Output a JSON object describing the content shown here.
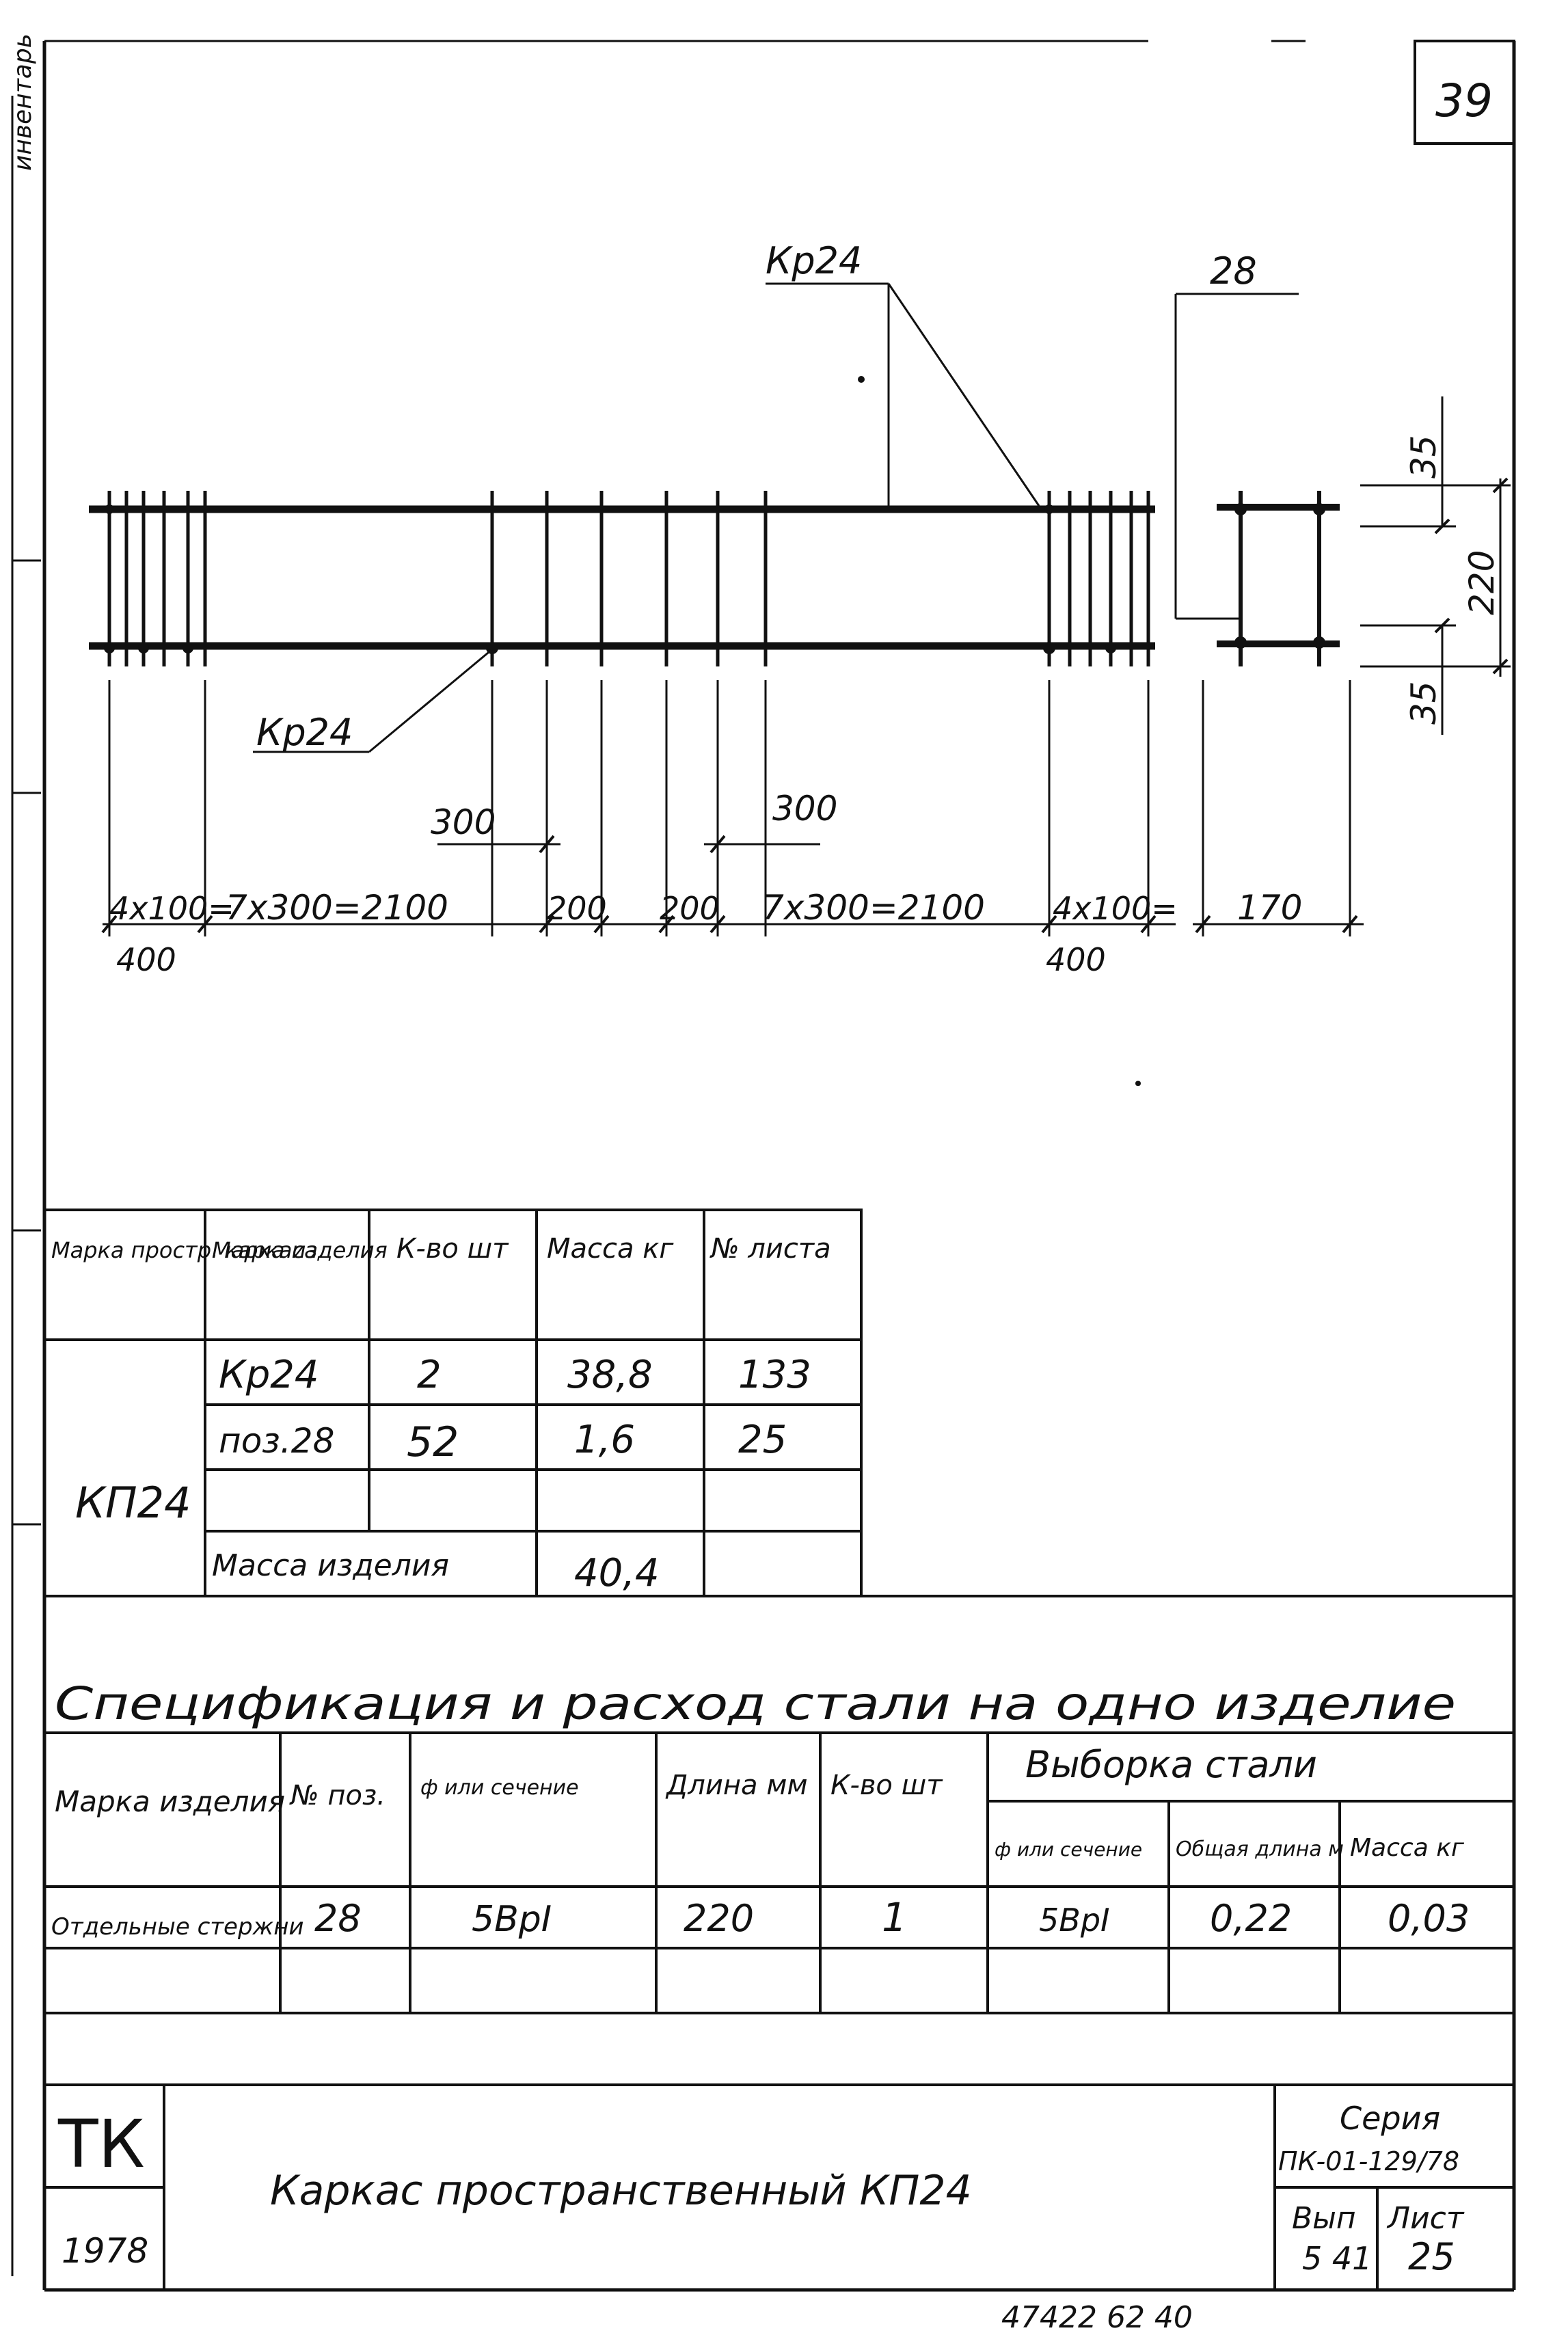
{
  "sheet_number": "39",
  "drawing": {
    "frame_callout_top": "Кр24",
    "frame_callout_bottom": "Кр24",
    "section_bar_callout": "28",
    "spacing_300_left": "300",
    "spacing_300_right": "300",
    "dim_4x100_left": "4х100=",
    "dim_400_left": "400",
    "dim_7x300_left": "7х300=2100",
    "dim_200_left": "200",
    "dim_200_right": "200",
    "dim_7x300_right": "7х300=2100",
    "dim_4x100_right": "4х100=",
    "dim_400_right": "400",
    "section_width": "170",
    "section_top": "35",
    "section_height": "220",
    "section_bottom": "35"
  },
  "items_table": {
    "headers": [
      "Марка простр. каркаса",
      "Марка изделия",
      "К-во шт",
      "Масса кг",
      "№ листа"
    ],
    "frame_mark": "КП24",
    "rows": [
      {
        "mark": "Кр24",
        "qty": "2",
        "mass": "38,8",
        "sheet": "133"
      },
      {
        "mark": "поз.28",
        "qty": "52",
        "mass": "1,6",
        "sheet": "25"
      },
      {
        "mark": "",
        "qty": "",
        "mass": "",
        "sheet": ""
      }
    ],
    "total_label": "Масса изделия",
    "total_value": "40,4"
  },
  "spec_table": {
    "title": "Спецификация и расход стали на одно изделие",
    "headers": {
      "mark": "Марка изделия",
      "pos": "№ поз.",
      "section": "ф или сечение",
      "length": "Длина мм",
      "qty": "К-во шт",
      "selection": "Выборка стали",
      "sel_section": "ф или сечение",
      "sel_length": "Общая длина м",
      "sel_mass": "Масса кг"
    },
    "rows": [
      {
        "mark": "Отдельные стержни",
        "pos": "28",
        "section": "5ВрI",
        "length": "220",
        "qty": "1",
        "sel_section": "5ВрI",
        "sel_length": "0,22",
        "sel_mass": "0,03"
      }
    ]
  },
  "title_block": {
    "org": "ТК",
    "year": "1978",
    "title": "Каркас пространственный КП24",
    "series_label": "Серия",
    "series": "ПК-01-129/78",
    "issue_label": "Вып",
    "issue": "5 41",
    "sheet_label": "Лист",
    "sheet": "25"
  },
  "footer_note": "47422 62 40",
  "margin_note": "инвентарь"
}
